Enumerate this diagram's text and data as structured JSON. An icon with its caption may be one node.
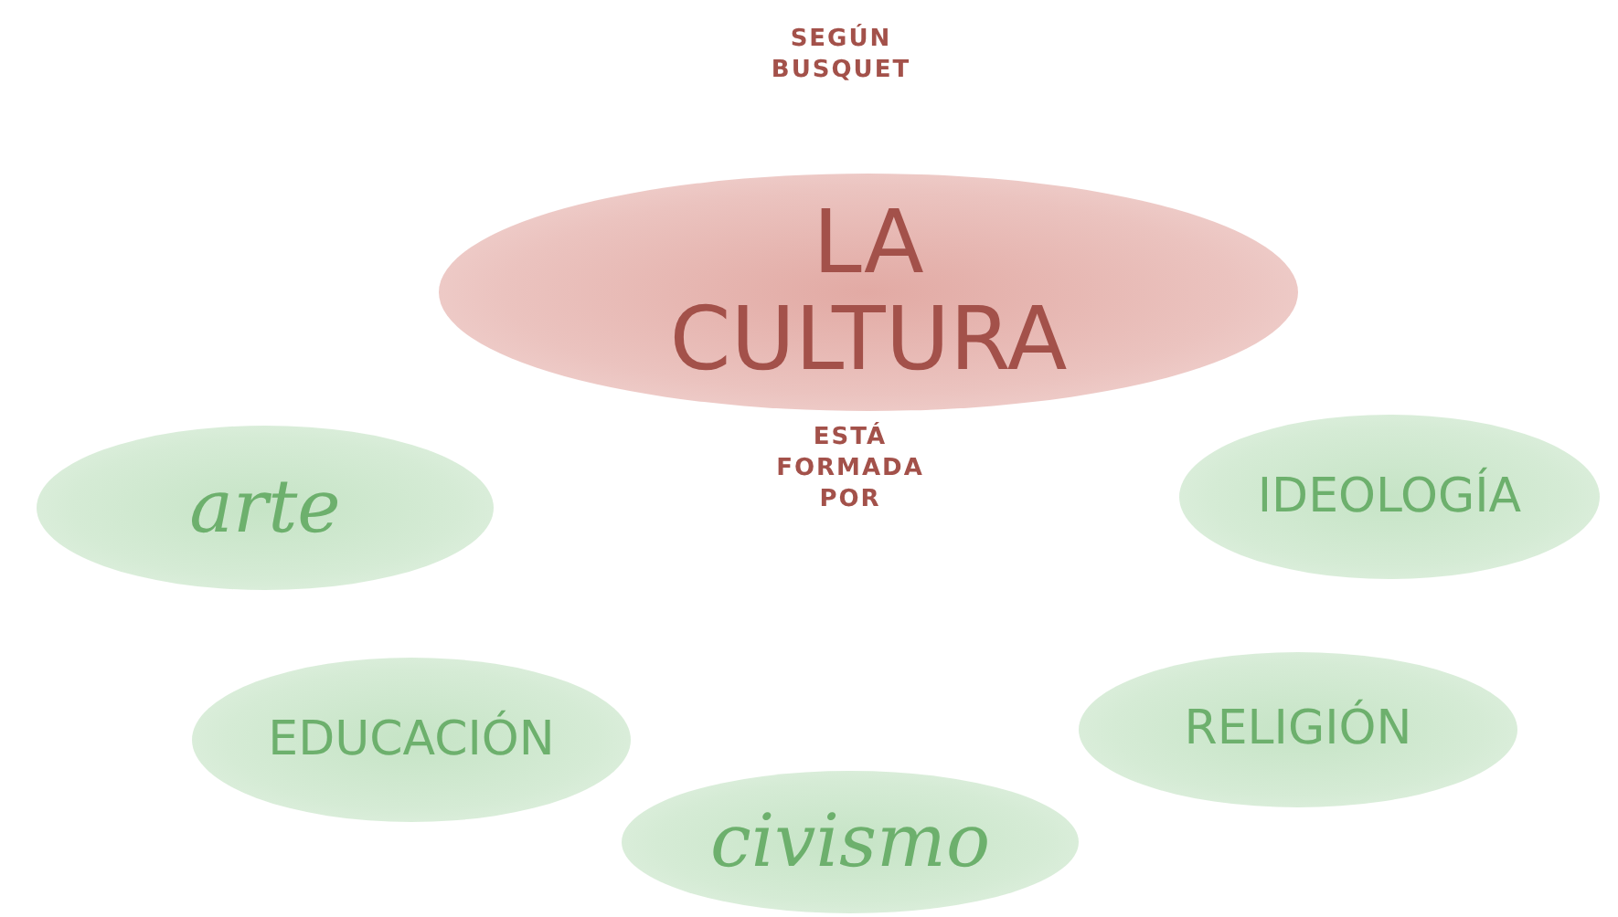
{
  "diagram": {
    "nodes": [
      {
        "text": [
          "LA CULTURA"
        ]
      },
      {
        "text": [
          "arte"
        ]
      },
      {
        "text": [
          "IDEOLOGÍA"
        ]
      },
      {
        "text": [
          "EDUCACIÓN"
        ]
      },
      {
        "text": [
          "RELIGIÓN"
        ]
      },
      {
        "text": [
          "civismo"
        ]
      }
    ],
    "edges": [],
    "labels": [
      "SEGÚN BUSQUET",
      "ESTÁ FORMADA POR"
    ]
  }
}
